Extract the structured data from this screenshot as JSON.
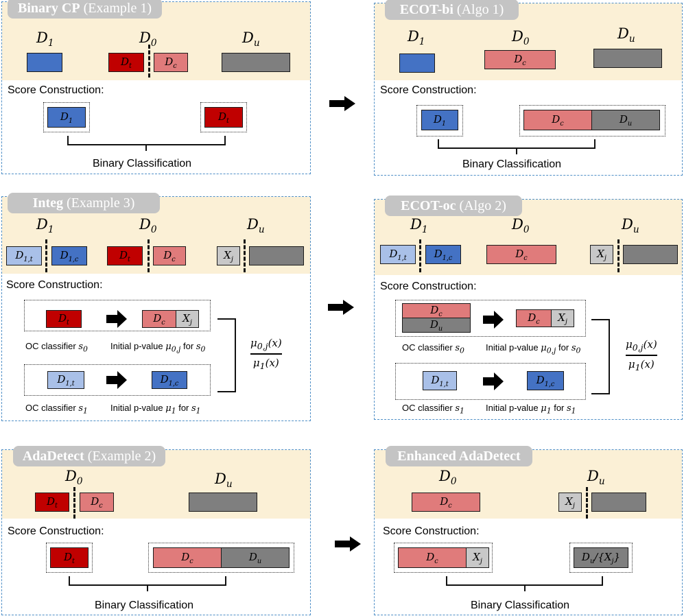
{
  "panels": {
    "binary_cp": {
      "badge_bold": "Binary CP",
      "badge_rest": " (Example 1)"
    },
    "ecot_bi": {
      "badge_bold": "ECOT-bi",
      "badge_rest": " (Algo 1)"
    },
    "integ": {
      "badge_bold": "Integ",
      "badge_rest": " (Example 3)"
    },
    "ecot_oc": {
      "badge_bold": "ECOT-oc",
      "badge_rest": " (Algo 2)"
    },
    "adadetect": {
      "badge_bold": "AdaDetect",
      "badge_rest": " (Example 2)"
    },
    "enhanced": {
      "badge_bold": "Enhanced AdaDetect",
      "badge_rest": ""
    }
  },
  "labels": {
    "score_construction": "Score Construction:",
    "binary_classification": "Binary Classification",
    "oc_classifier_s0": "OC classifier",
    "oc_classifier_s1": "OC classifier",
    "initial_pvalue": "Initial p-value",
    "for": "for"
  },
  "colors": {
    "blue": "#4472c4",
    "light_blue": "#a9c0e8",
    "red": "#c00000",
    "pink": "#e07b7b",
    "grey": "#7f7f7f",
    "light_grey": "#c8c8c8",
    "band": "#fbf0d6",
    "panel_border": "#4f8fc7",
    "badge": "#c4c4c4"
  },
  "icons": {
    "arrow": "right-arrow-icon"
  }
}
